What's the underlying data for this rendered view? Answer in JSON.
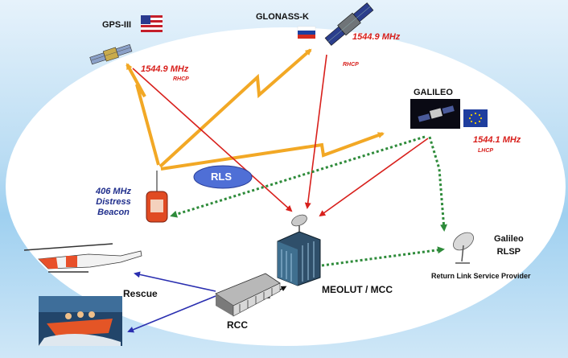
{
  "satellites": {
    "gps": {
      "name": "GPS-III",
      "freq": "1544.9 MHz",
      "pol": "RHCP"
    },
    "glonass": {
      "name": "GLONASS-K",
      "freq": "1544.9 MHz",
      "pol": "RHCP"
    },
    "galileo": {
      "name": "GALILEO",
      "freq": "1544.1 MHz",
      "pol": "LHCP"
    }
  },
  "beacon": {
    "line1": "406 MHz",
    "line2": "Distress",
    "line3": "Beacon"
  },
  "rls_label": "RLS",
  "ground": {
    "meolut": "MEOLUT / MCC",
    "rcc": "RCC",
    "rescue": "Rescue",
    "rlsp_line1": "Galileo",
    "rlsp_line2": "RLSP",
    "rlsp_caption": "Return Link  Service Provider"
  },
  "colors": {
    "uplink": "#f2a825",
    "downlink": "#d8201c",
    "return_link": "#2e8b3a",
    "rescue_link": "#2a2fb0",
    "rls_bubble": "#4f6fd6"
  },
  "icons": {
    "gps_flag": "us-flag-icon",
    "glonass_flag": "russia-flag-icon",
    "galileo_flag": "eu-flag-icon"
  }
}
